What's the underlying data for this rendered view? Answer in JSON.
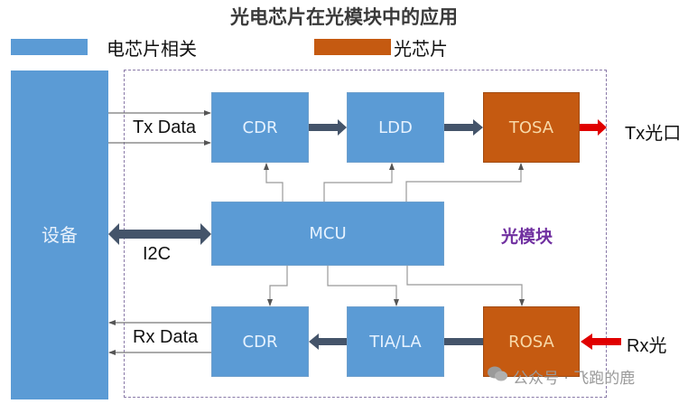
{
  "title": "光电芯片在光模块中的应用",
  "legend": [
    {
      "label": "电芯片相关",
      "color": "#5b9bd5"
    },
    {
      "label": "光芯片",
      "color": "#c55a11"
    }
  ],
  "device": {
    "label": "设备"
  },
  "module": {
    "label": "光模块"
  },
  "blocks": {
    "cdr_tx": "CDR",
    "ldd": "LDD",
    "tosa": "TOSA",
    "mcu": "MCU",
    "cdr_rx": "CDR",
    "tia_la": "TIA/LA",
    "rosa": "ROSA"
  },
  "signals": {
    "tx_data": "Tx Data",
    "i2c": "I2C",
    "rx_data": "Rx Data",
    "tx_optical": "Tx光口",
    "rx_optical": "Rx光"
  },
  "watermark": {
    "text": "公众号 · 飞跑的鹿",
    "icon": "wechat-icon"
  },
  "colors": {
    "electrical": "#5b9bd5",
    "optical": "#c55a11",
    "bus_arrow": "#44546a",
    "optical_arrow": "#e00000",
    "module_label": "#7030a0"
  }
}
